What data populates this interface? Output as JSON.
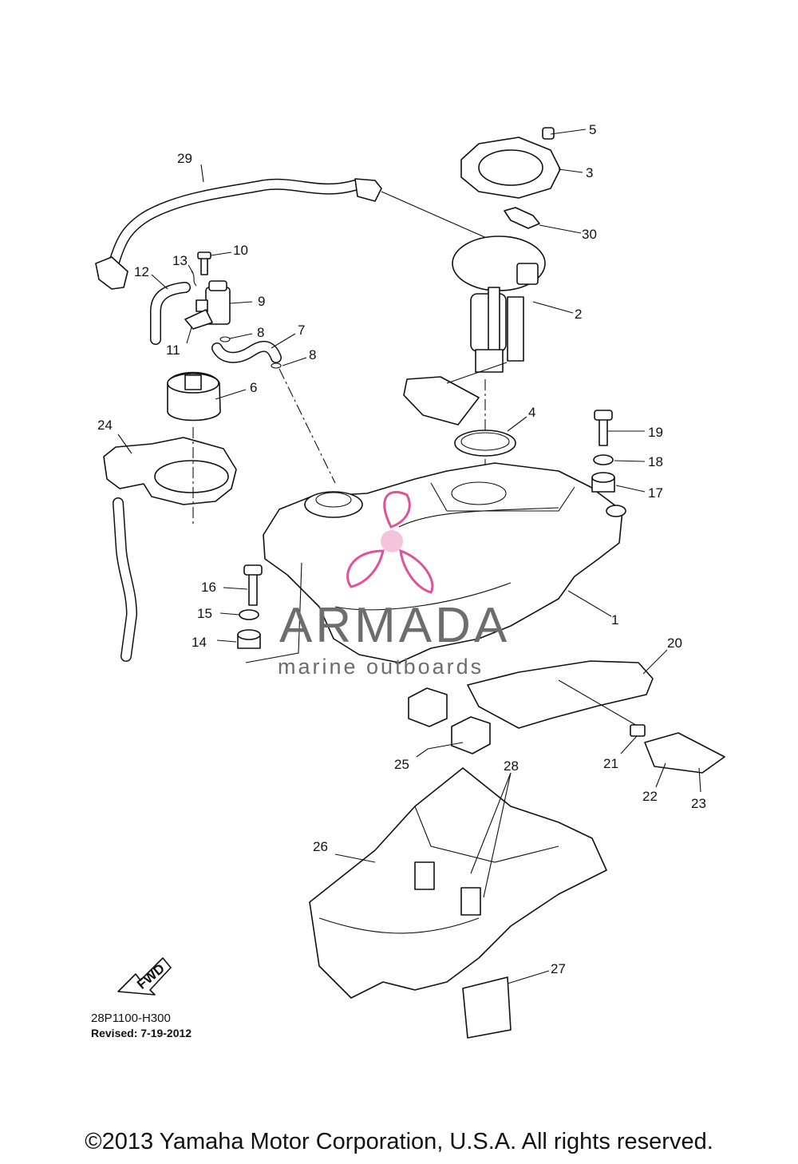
{
  "diagram": {
    "part_labels": [
      "1",
      "2",
      "3",
      "4",
      "5",
      "6",
      "7",
      "8",
      "8",
      "9",
      "10",
      "11",
      "12",
      "13",
      "14",
      "15",
      "16",
      "17",
      "18",
      "19",
      "20",
      "21",
      "22",
      "23",
      "24",
      "25",
      "26",
      "27",
      "28",
      "29",
      "30"
    ],
    "fwd_label": "FWD",
    "drawing_code": "28P1100-H300",
    "revised": "Revised: 7-19-2012"
  },
  "watermark": {
    "name": "ARMADA",
    "tagline": "marine outboards",
    "name_color": "#6d6d6d",
    "logo_color": "#e1529a"
  },
  "footer": {
    "copyright": "©2013 Yamaha Motor Corporation, U.S.A. All rights reserved."
  }
}
